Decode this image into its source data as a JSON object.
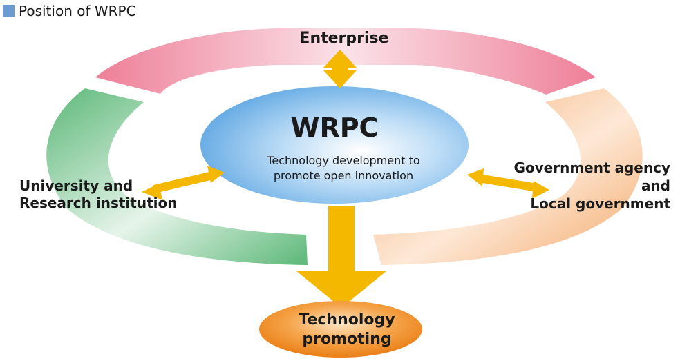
{
  "diagram": {
    "title": "Position of WRPC",
    "center": {
      "name": "WRPC",
      "description_line1": "Technology development to",
      "description_line2": "promote open innovation"
    },
    "top_node": {
      "label": "Enterprise"
    },
    "left_node": {
      "line1": "University and",
      "line2": "Research institution"
    },
    "right_node": {
      "line1": "Government agency",
      "line2": "and",
      "line3": "Local government"
    },
    "bottom_node": {
      "line1": "Technology",
      "line2": "promoting"
    },
    "colors": {
      "legend_square": "#6b9bd1",
      "enterprise_ring": "#ee8aa0",
      "university_ring": "#5cb878",
      "government_ring": "#f4b073",
      "center_ellipse": "#6faee6",
      "arrows": "#f5b800",
      "bottom_ellipse": "#ef8a14"
    }
  }
}
